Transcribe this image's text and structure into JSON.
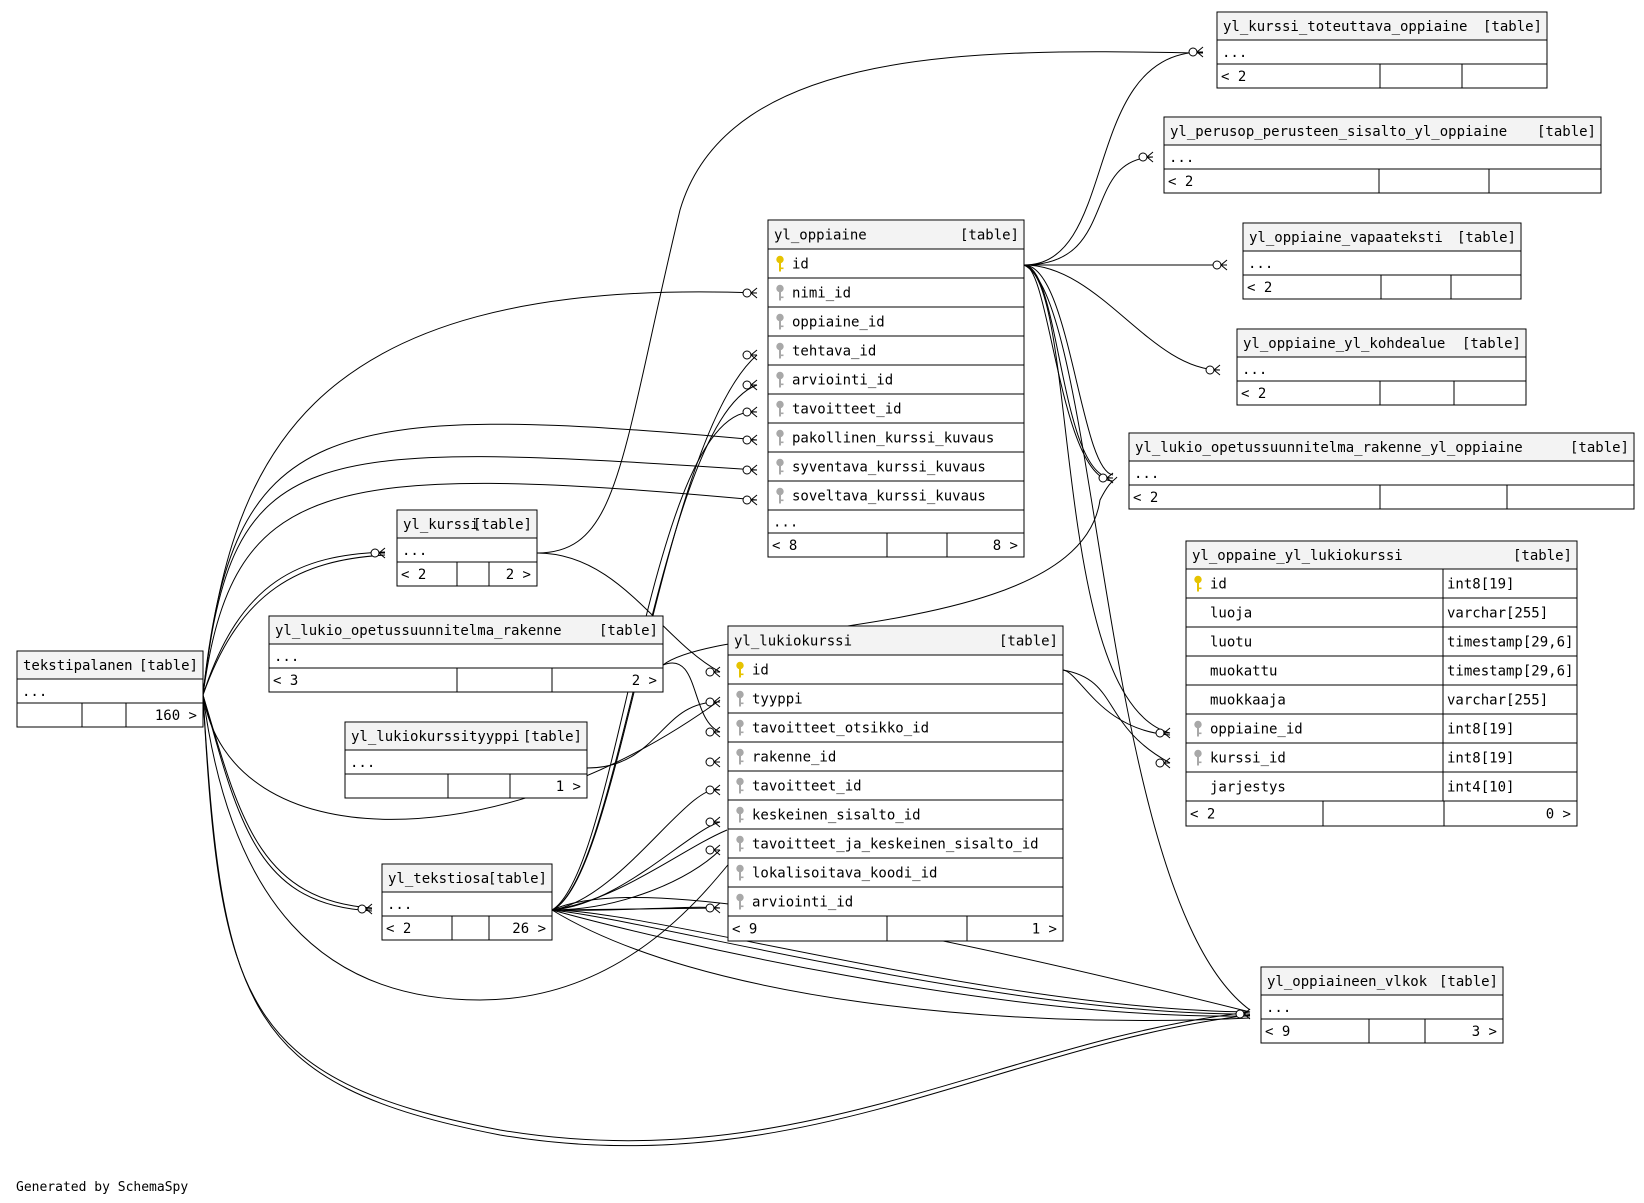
{
  "footer": "Generated by SchemaSpy",
  "tables": [
    {
      "name": "yl_kurssi_toteuttava_oppiaine",
      "tag": "[table]",
      "rows": [
        {
          "name": "..."
        }
      ],
      "footer": [
        "< 2",
        "",
        ""
      ]
    },
    {
      "name": "yl_perusop_perusteen_sisalto_yl_oppiaine",
      "tag": "[table]",
      "rows": [
        {
          "name": "..."
        }
      ],
      "footer": [
        "< 2",
        "",
        ""
      ]
    },
    {
      "name": "yl_oppiaine_vapaateksti",
      "tag": "[table]",
      "rows": [
        {
          "name": "..."
        }
      ],
      "footer": [
        "< 2",
        "",
        ""
      ]
    },
    {
      "name": "yl_oppiaine_yl_kohdealue",
      "tag": "[table]",
      "rows": [
        {
          "name": "..."
        }
      ],
      "footer": [
        "< 2",
        "",
        ""
      ]
    },
    {
      "name": "yl_lukio_opetussuunnitelma_rakenne_yl_oppiaine",
      "tag": "[table]",
      "rows": [
        {
          "name": "..."
        }
      ],
      "footer": [
        "< 2",
        "",
        ""
      ]
    },
    {
      "name": "yl_oppiaine",
      "tag": "[table]",
      "rows": [
        {
          "name": "id",
          "key": "pk"
        },
        {
          "name": "nimi_id",
          "key": "fk"
        },
        {
          "name": "oppiaine_id",
          "key": "fk"
        },
        {
          "name": "tehtava_id",
          "key": "fk"
        },
        {
          "name": "arviointi_id",
          "key": "fk"
        },
        {
          "name": "tavoitteet_id",
          "key": "fk"
        },
        {
          "name": "pakollinen_kurssi_kuvaus",
          "key": "fk"
        },
        {
          "name": "syventava_kurssi_kuvaus",
          "key": "fk"
        },
        {
          "name": "soveltava_kurssi_kuvaus",
          "key": "fk"
        },
        {
          "name": "..."
        }
      ],
      "footer": [
        "< 8",
        "",
        "8 >"
      ]
    },
    {
      "name": "yl_oppaine_yl_lukiokurssi",
      "tag": "[table]",
      "focus": true,
      "rows": [
        {
          "name": "id",
          "key": "pk",
          "type": "int8[19]"
        },
        {
          "name": "luoja",
          "type": "varchar[255]"
        },
        {
          "name": "luotu",
          "type": "timestamp[29,6]"
        },
        {
          "name": "muokattu",
          "type": "timestamp[29,6]"
        },
        {
          "name": "muokkaaja",
          "type": "varchar[255]"
        },
        {
          "name": "oppiaine_id",
          "key": "fk",
          "type": "int8[19]"
        },
        {
          "name": "kurssi_id",
          "key": "fk",
          "type": "int8[19]"
        },
        {
          "name": "jarjestys",
          "type": "int4[10]"
        }
      ],
      "footer": [
        "< 2",
        "",
        "0 >"
      ]
    },
    {
      "name": "yl_kurssi",
      "tag": "[table]",
      "rows": [
        {
          "name": "..."
        }
      ],
      "footer": [
        "< 2",
        "",
        "2 >"
      ]
    },
    {
      "name": "yl_lukio_opetussuunnitelma_rakenne",
      "tag": "[table]",
      "rows": [
        {
          "name": "..."
        }
      ],
      "footer": [
        "< 3",
        "",
        "2 >"
      ]
    },
    {
      "name": "tekstipalanen",
      "tag": "[table]",
      "rows": [
        {
          "name": "..."
        }
      ],
      "footer": [
        "",
        "",
        "160 >"
      ]
    },
    {
      "name": "yl_lukiokurssityyppi",
      "tag": "[table]",
      "rows": [
        {
          "name": "..."
        }
      ],
      "footer": [
        "",
        "",
        "1 >"
      ]
    },
    {
      "name": "yl_lukiokurssi",
      "tag": "[table]",
      "rows": [
        {
          "name": "id",
          "key": "pk"
        },
        {
          "name": "tyyppi",
          "key": "fk"
        },
        {
          "name": "tavoitteet_otsikko_id",
          "key": "fk"
        },
        {
          "name": "rakenne_id",
          "key": "fk"
        },
        {
          "name": "tavoitteet_id",
          "key": "fk"
        },
        {
          "name": "keskeinen_sisalto_id",
          "key": "fk"
        },
        {
          "name": "tavoitteet_ja_keskeinen_sisalto_id",
          "key": "fk"
        },
        {
          "name": "lokalisoitava_koodi_id",
          "key": "fk"
        },
        {
          "name": "arviointi_id",
          "key": "fk"
        }
      ],
      "footer": [
        "< 9",
        "",
        "1 >"
      ]
    },
    {
      "name": "yl_tekstiosa",
      "tag": "[table]",
      "rows": [
        {
          "name": "..."
        }
      ],
      "footer": [
        "< 2",
        "",
        "26 >"
      ]
    },
    {
      "name": "yl_oppiaineen_vlkok",
      "tag": "[table]",
      "rows": [
        {
          "name": "..."
        }
      ],
      "footer": [
        "< 9",
        "",
        "3 >"
      ]
    }
  ]
}
